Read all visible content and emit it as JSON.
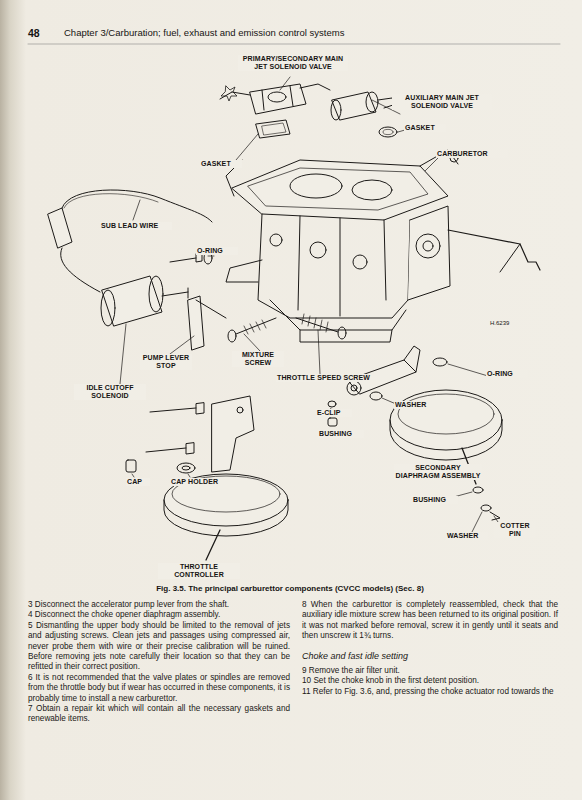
{
  "diagram": {
    "title": "Chapter 3/Carburation; fuel, exhaust and emission control systems",
    "caption": "Fig. 3.5. The principal carburettor components (CVCC models) (Sec. 8)",
    "labels": [
      "48",
      "PRIMARY/SECONDARY MAIN JET SOLENOID VALVE",
      "AUXILIARY MAIN JET SOLENOID VALVE",
      "GASKET",
      "CARBURETOR",
      "GASKET",
      "SUB LEAD WIRE",
      "O-RING",
      "H.6239",
      "PUMP LEVER STOP",
      "MIXTURE SCREW",
      "THROTTLE SPEED SCREW",
      "O-RING",
      "IDLE CUTOFF SOLENOID",
      "WASHER",
      "E-CLIP",
      "BUSHING",
      "SECONDARY DIAPHRAGM ASSEMBLY",
      "CAP",
      "CAP HOLDER",
      "BUSHING",
      "WASHER",
      "COTTER PIN",
      "THROTTLE CONTROLLER",
      "3 Disconnect the accelerator pump lever from the shaft.",
      "4 Disconnect the choke opener diaphragm assembly.",
      "5 Dismantling the upper body should be limited to the removal of jets and adjusting screws. Clean jets and passages using compressed air, never probe them with wire or their precise calibration will be ruined. Before removing jets note carefully their location so that they can be refitted in their correct position.",
      "6 It is not recommended that the valve plates or spindles are removed from the throttle body but if wear has occurred in these components, it is probably time to install a new carburettor.",
      "7 Obtain a repair kit which will contain all the necessary gaskets and renewable items.",
      "8 When the carburettor is completely reassembled, check that the auxiliary idle mixture screw has been returned to its original position. If it was not marked before removal, screw it in gently until it seats and then unscrew it 1¾ turns.",
      "Choke and fast idle setting",
      "9 Remove the air filter unit.",
      "10 Set the choke knob in the first detent position.",
      "11 Refer to Fig. 3.6, and, pressing the choke actuator rod towards the"
    ]
  }
}
